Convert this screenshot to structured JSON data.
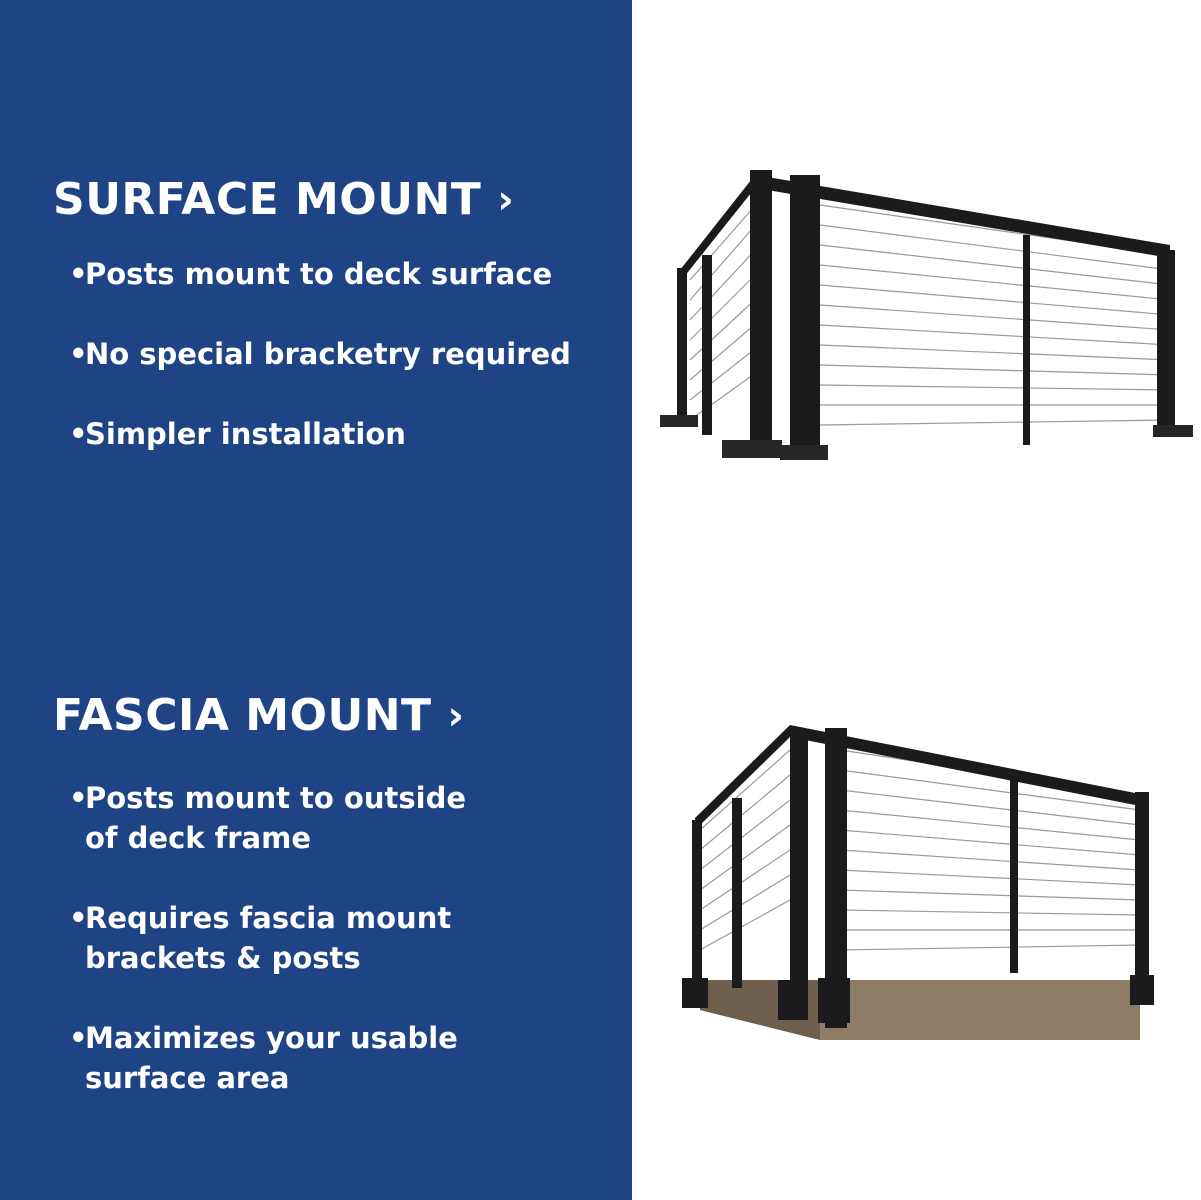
{
  "colors": {
    "panel_bg": "#1f4485",
    "text": "#ffffff",
    "rail": "#1b1b1d",
    "deck": "#8f7c66"
  },
  "sections": [
    {
      "title": "SURFACE MOUNT",
      "chevron": "›",
      "bullets": [
        "Posts mount to deck surface",
        "No special bracketry required",
        "Simpler installation"
      ],
      "image_icon": "surface-mount-railing"
    },
    {
      "title": "FASCIA MOUNT",
      "chevron": "›",
      "bullets": [
        "Posts mount to outside\nof deck frame",
        "Requires fascia mount\nbrackets & posts",
        "Maximizes your usable\nsurface area"
      ],
      "image_icon": "fascia-mount-railing"
    }
  ]
}
